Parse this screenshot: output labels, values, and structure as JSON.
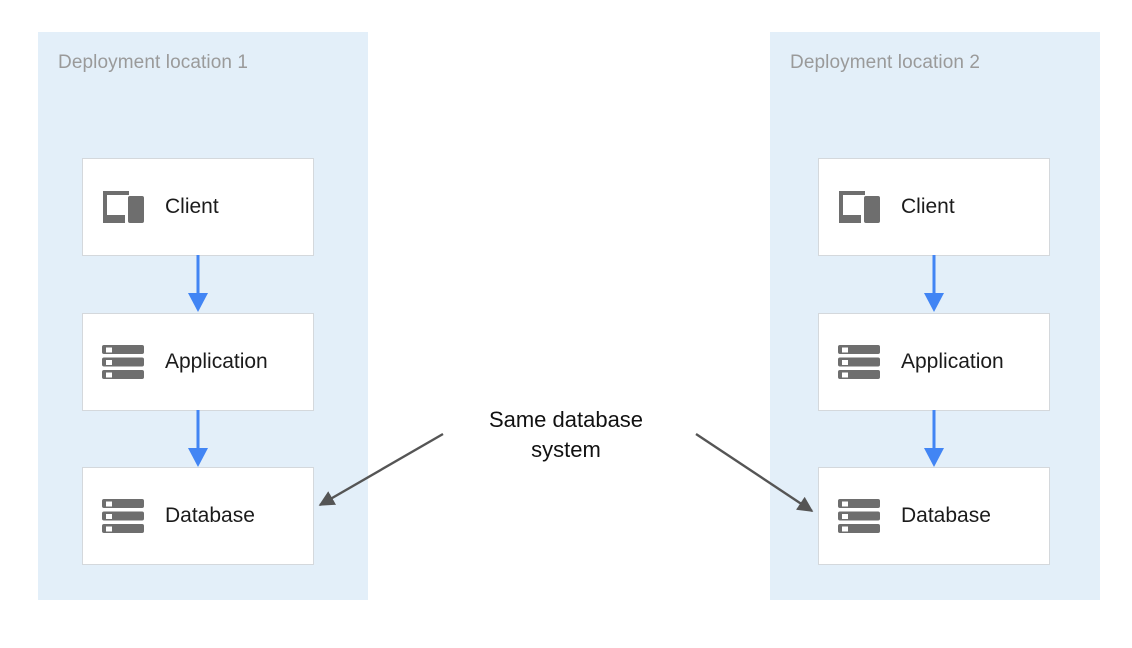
{
  "diagram": {
    "type": "deployment-architecture",
    "background_color": "#ffffff",
    "panel_color": "#E3EFF9",
    "flow_arrow_color": "#4285F4",
    "annotation_arrow_color": "#555555",
    "panel_title_color": "#9A9A9A",
    "node_border_color": "#D4D8DC",
    "icon_color": "#6E6E6E"
  },
  "panels": [
    {
      "id": "deployment-location-1",
      "title": "Deployment location 1",
      "nodes": [
        {
          "id": "client",
          "label": "Client",
          "icon": "devices-icon"
        },
        {
          "id": "application",
          "label": "Application",
          "icon": "server-icon"
        },
        {
          "id": "database",
          "label": "Database",
          "icon": "server-icon"
        }
      ],
      "flow": [
        "client -> application",
        "application -> database"
      ]
    },
    {
      "id": "deployment-location-2",
      "title": "Deployment location 2",
      "nodes": [
        {
          "id": "client",
          "label": "Client",
          "icon": "devices-icon"
        },
        {
          "id": "application",
          "label": "Application",
          "icon": "server-icon"
        },
        {
          "id": "database",
          "label": "Database",
          "icon": "server-icon"
        }
      ],
      "flow": [
        "client -> application",
        "application -> database"
      ]
    }
  ],
  "annotation": {
    "text_line_1": "Same database",
    "text_line_2": "system",
    "points_to": [
      "deployment-location-1.database",
      "deployment-location-2.database"
    ]
  }
}
